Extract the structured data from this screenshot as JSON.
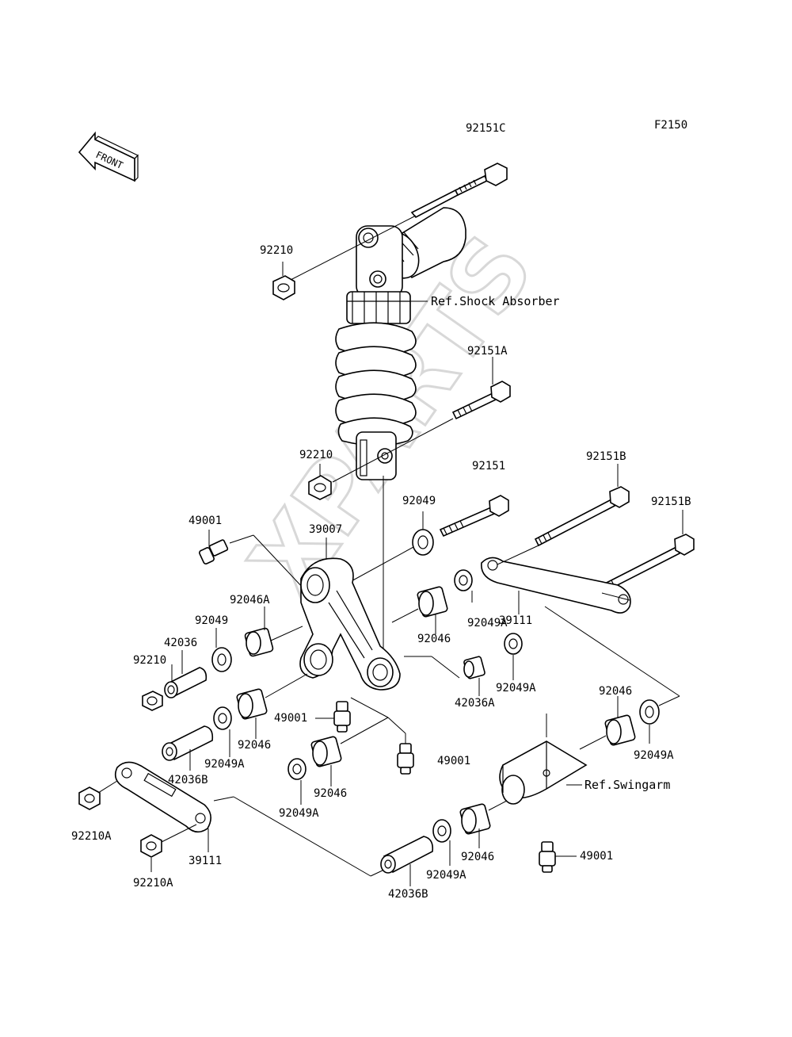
{
  "figure_code": "F2150",
  "front_badge": "FRONT",
  "watermark": "XPARTS",
  "refs": {
    "shock_absorber": "Ref.Shock Absorber",
    "swingarm": "Ref.Swingarm"
  },
  "labels": [
    {
      "id": "92151c",
      "text": "92151C"
    },
    {
      "id": "92210-top",
      "text": "92210"
    },
    {
      "id": "92151a",
      "text": "92151A"
    },
    {
      "id": "92210-mid",
      "text": "92210"
    },
    {
      "id": "92151",
      "text": "92151"
    },
    {
      "id": "92151b-1",
      "text": "92151B"
    },
    {
      "id": "92151b-2",
      "text": "92151B"
    },
    {
      "id": "49001-top",
      "text": "49001"
    },
    {
      "id": "92049-top",
      "text": "92049"
    },
    {
      "id": "39007",
      "text": "39007"
    },
    {
      "id": "92046a",
      "text": "92046A"
    },
    {
      "id": "92049-left",
      "text": "92049"
    },
    {
      "id": "42036",
      "text": "42036"
    },
    {
      "id": "92210-left",
      "text": "92210"
    },
    {
      "id": "92049a-1",
      "text": "92049A"
    },
    {
      "id": "92046-1",
      "text": "92046"
    },
    {
      "id": "39111-right",
      "text": "39111"
    },
    {
      "id": "92049a-2",
      "text": "92049A"
    },
    {
      "id": "42036a",
      "text": "42036A"
    },
    {
      "id": "49001-mid",
      "text": "49001"
    },
    {
      "id": "92046-2",
      "text": "92046"
    },
    {
      "id": "92049a-3",
      "text": "92049A"
    },
    {
      "id": "42036b-1",
      "text": "42036B"
    },
    {
      "id": "49001-low",
      "text": "49001"
    },
    {
      "id": "92046-3",
      "text": "92046"
    },
    {
      "id": "92049a-4",
      "text": "92049A"
    },
    {
      "id": "92046-4",
      "text": "92046"
    },
    {
      "id": "92049a-5",
      "text": "92049A"
    },
    {
      "id": "92210a-1",
      "text": "92210A"
    },
    {
      "id": "39111-left",
      "text": "39111"
    },
    {
      "id": "92210a-2",
      "text": "92210A"
    },
    {
      "id": "92046-5",
      "text": "92046"
    },
    {
      "id": "92049a-6",
      "text": "92049A"
    },
    {
      "id": "49001-right",
      "text": "49001"
    },
    {
      "id": "42036b-2",
      "text": "42036B"
    }
  ]
}
